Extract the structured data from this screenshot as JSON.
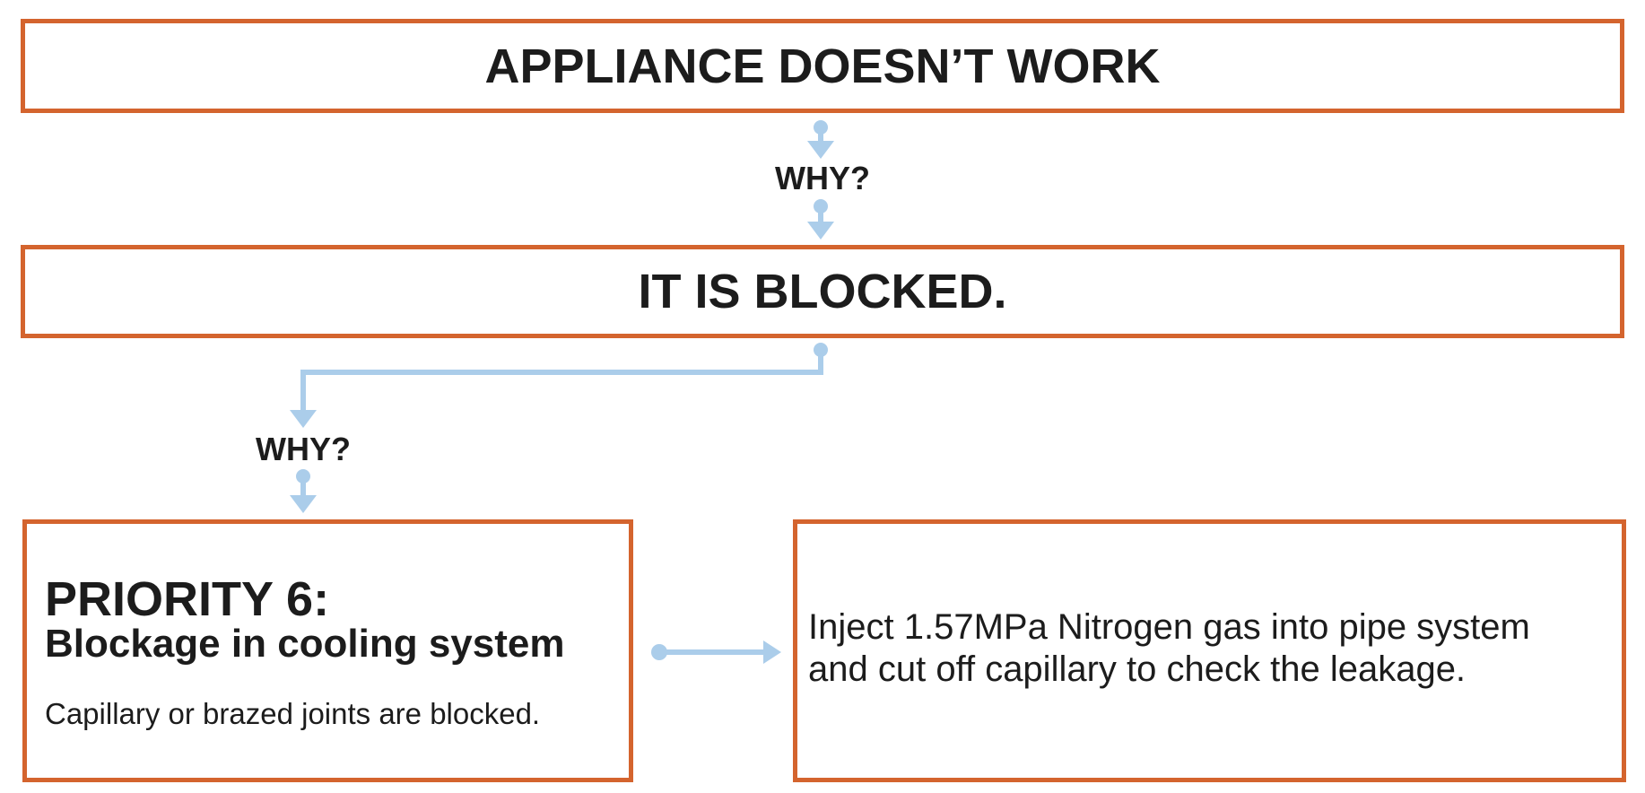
{
  "diagram": {
    "boxes": {
      "problem": "APPLIANCE DOESN’T WORK",
      "cause1": "IT IS BLOCKED.",
      "priority": {
        "title": "PRIORITY 6:",
        "subtitle": "Blockage in cooling system",
        "note": "Capillary or brazed joints are blocked."
      },
      "action": {
        "lines": [
          "Inject 1.57MPa Nitrogen gas into pipe system",
          "and cut off capillary to check the leakage."
        ]
      }
    },
    "labels": {
      "why1": "WHY?",
      "why2": "WHY?"
    },
    "colors": {
      "box_border": "#d4642e",
      "connector": "#abcdea",
      "text": "#1c1c1c",
      "background": "#ffffff"
    }
  }
}
